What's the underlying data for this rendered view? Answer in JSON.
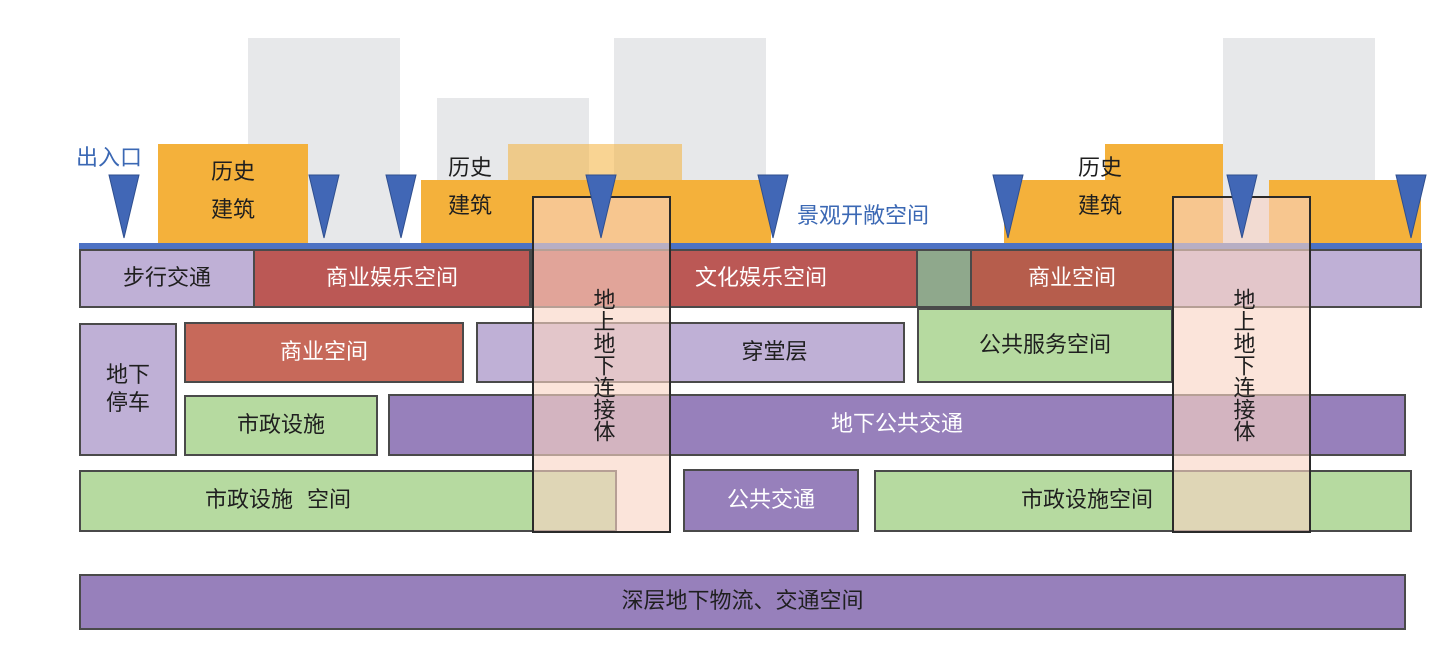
{
  "entrance_label": "出入口",
  "landscape_label": "景观开敞空间",
  "historic_building": {
    "line1": "历史",
    "line2": "建筑"
  },
  "blocks": {
    "pedestrian": "步行交通",
    "commercial_entertainment": "商业娱乐空间",
    "cultural_entertainment": "文化娱乐空间",
    "commercial_right": "商业空间",
    "underground_parking": "地下\n停车",
    "commercial_left": "商业空间",
    "through_floor": "穿堂层",
    "public_service": "公共服务空间",
    "municipal_facility": "市政设施",
    "underground_transit": "地下公共交通",
    "municipal_space_left": "市政设施  空间",
    "public_transit": "公共交通",
    "municipal_space_right": "市政设施空间",
    "deep_layer": "深层地下物流、交通空间"
  },
  "connector_label": "地上地下连接体",
  "colors": {
    "historic": "#f4b13b",
    "ground_line": "#4d72c4",
    "arrow": "#4167b6",
    "lilac": "#bfb0d6",
    "red": "#bb5855",
    "green": "#b6daa0",
    "purple": "#9780bb",
    "connector": "#f8d4c3"
  },
  "arrow_icon": "down-triangle-icon"
}
